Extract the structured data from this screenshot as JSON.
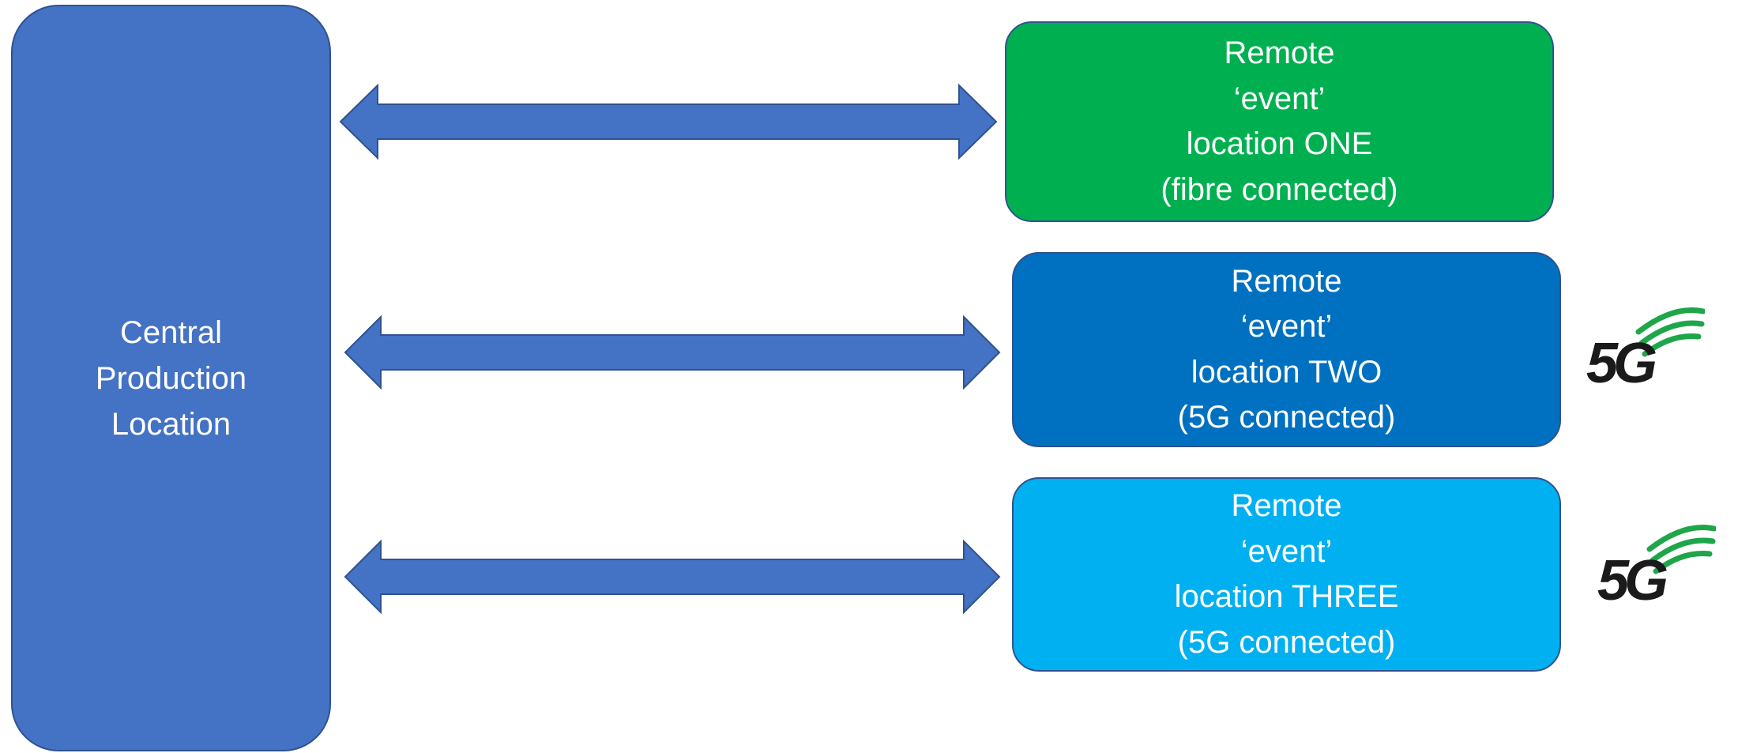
{
  "colors": {
    "central_fill": "#4472c4",
    "arrow_fill": "#4472c4",
    "outline": "#2f528f",
    "location_one_fill": "#00b050",
    "location_two_fill": "#0070c0",
    "location_three_fill": "#00b0f0",
    "logo_text": "#1a1a1a",
    "logo_waves": "#1fa64a"
  },
  "central": {
    "lines": [
      "Central",
      "Production",
      "Location"
    ]
  },
  "remotes": [
    {
      "lines": [
        "Remote",
        "‘event’",
        "location ONE",
        "(fibre connected)"
      ],
      "badge": null
    },
    {
      "lines": [
        "Remote",
        "‘event’",
        "location TWO",
        "(5G connected)"
      ],
      "badge": "5g-logo-icon"
    },
    {
      "lines": [
        "Remote",
        "‘event’",
        "location THREE",
        "(5G connected)"
      ],
      "badge": "5g-logo-icon"
    }
  ],
  "logo_text": "5G",
  "arrows": [
    "double-arrow-icon",
    "double-arrow-icon",
    "double-arrow-icon"
  ]
}
